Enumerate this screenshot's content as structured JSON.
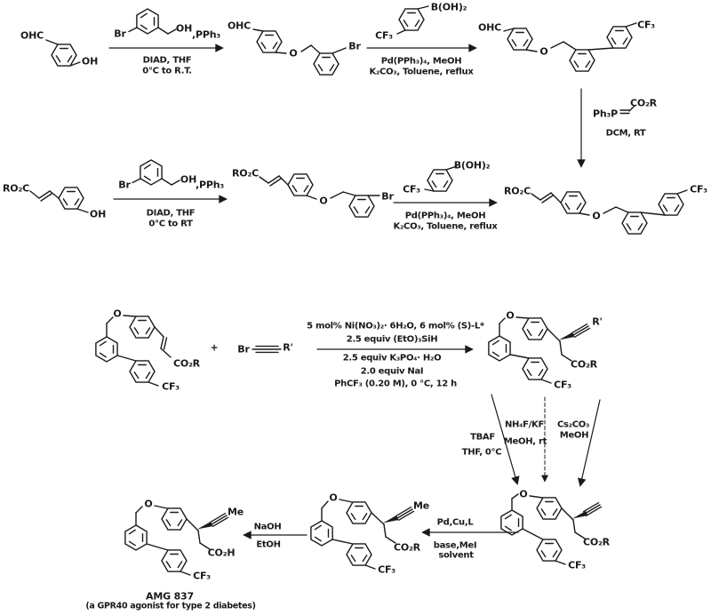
{
  "atoms": {
    "ohc": "OHC",
    "oh": "OH",
    "o": "O",
    "br": "Br",
    "cf3": "CF₃",
    "co2r": "CO₂R",
    "co2h": "CO₂H",
    "ro2c": "RO₂C",
    "boh2": "B(OH)₂",
    "comma_pph3": ",PPh₃",
    "ph3p": "Ph₃P",
    "me": "Me",
    "r_prime": "R'",
    "plus": "+"
  },
  "steps": {
    "mitsunobu1": {
      "line1": "DIAD, THF",
      "line2": "0°C to R.T."
    },
    "suzuki1": {
      "line1": "Pd(PPh₃)₄, MeOH",
      "line2": "K₂CO₃, Toluene, reflux"
    },
    "wittig": {
      "line1": "DCM, RT"
    },
    "mitsunobu2": {
      "line1": "DIAD, THF",
      "line2": "0°C to RT"
    },
    "suzuki2": {
      "line1": "Pd(PPh₃)₄, MeOH",
      "line2": "K₂CO₃, Toluene, reflux"
    },
    "ni_coupling": {
      "above1": "5 mol% Ni(NO₃)₂· 6H₂O, 6 mol% (S)-L*",
      "above2": "2.5 equiv (EtO)₃SiH",
      "below1": "2.5 equiv K₃PO₄· H₂O",
      "below2": "2.0 equiv NaI",
      "below3": "PhCF₃ (0.20 M), 0 °C, 12 h"
    },
    "tbaf": {
      "line1": "TBAF",
      "line2": "THF, 0°C"
    },
    "nh4f": {
      "line1": "NH₄F/KF",
      "line2": "MeOH, rt"
    },
    "cs2co3": {
      "line1": "Cs₂CO₃",
      "line2": "MeOH"
    },
    "methylation": {
      "line1": "Pd,Cu,L",
      "line2": "base,MeI",
      "line3": "solvent"
    },
    "hydrolysis": {
      "line1": "NaOH",
      "line2": "EtOH"
    }
  },
  "product": {
    "name": "AMG 837",
    "note": "(a GPR40 agonist for type 2 diabetes)"
  }
}
